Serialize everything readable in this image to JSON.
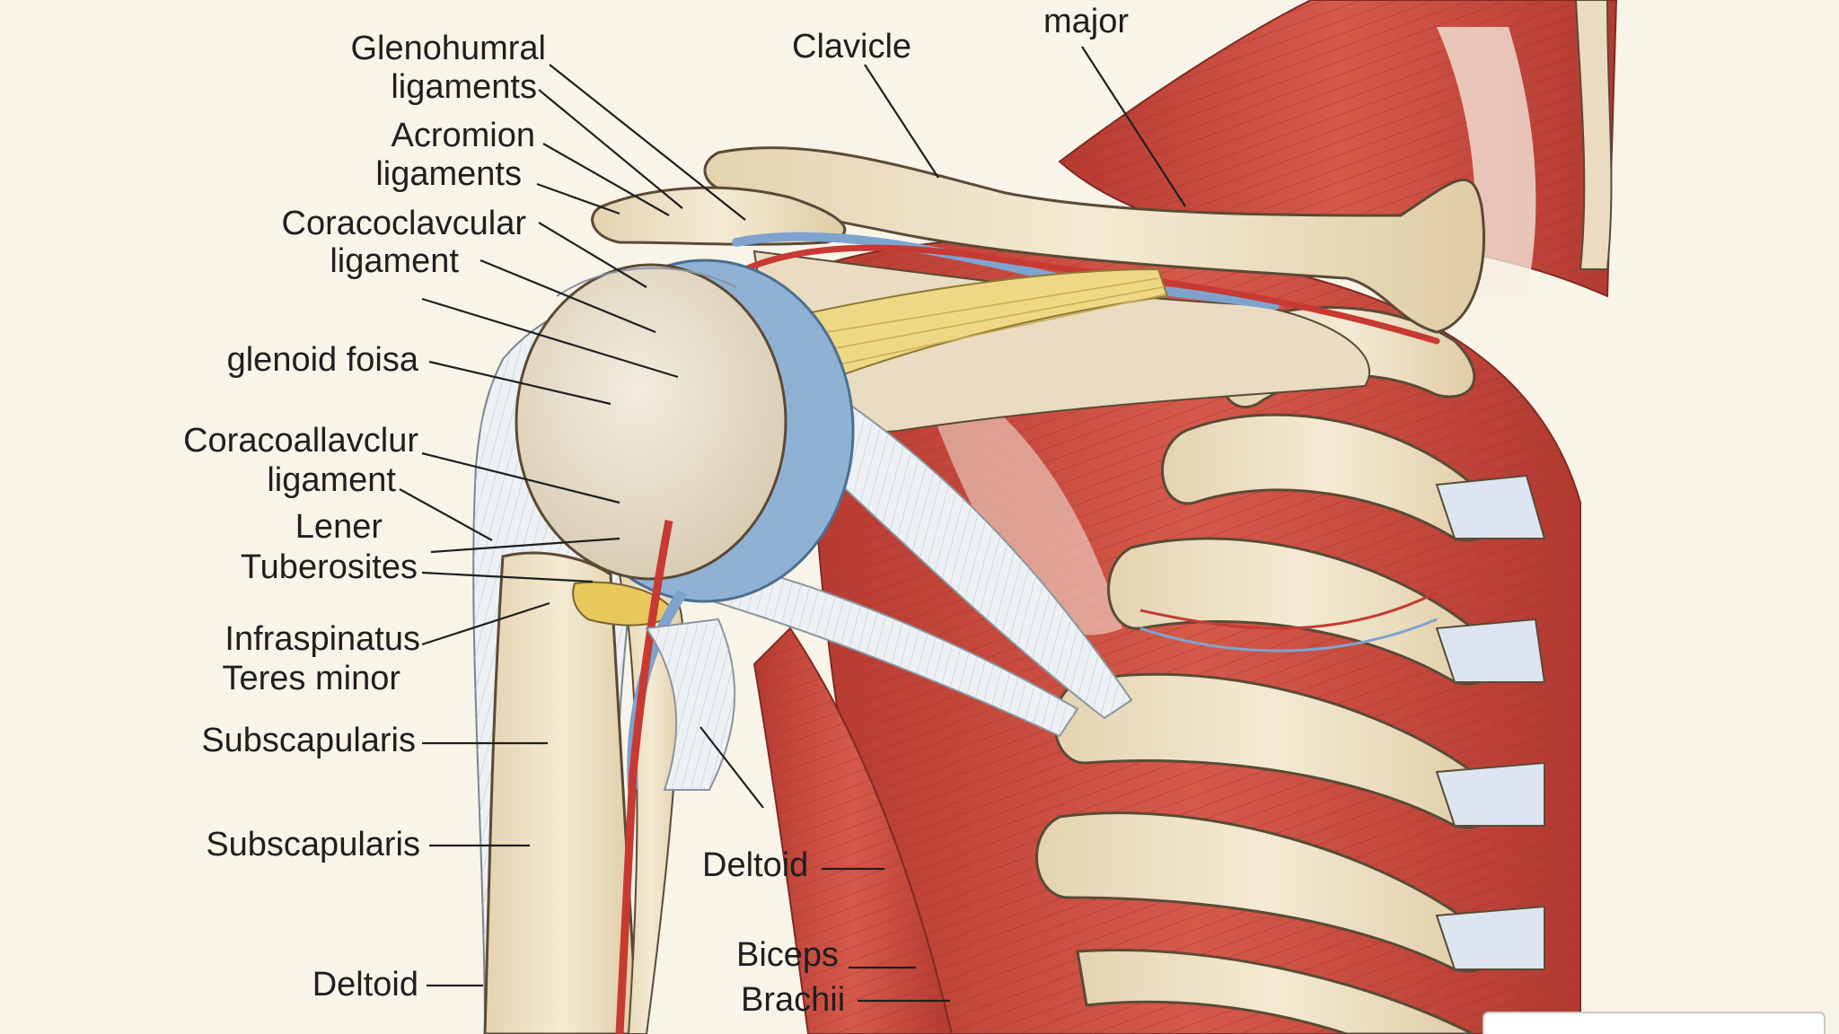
{
  "labels": {
    "glenohumeral_1": "Glenohumral",
    "glenohumeral_2": "ligaments",
    "acromion_1": "Acromion",
    "acromion_2": "ligaments",
    "coracoclav_1": "Coracoclavcular",
    "coracoclav_2": "ligament",
    "glenoid": "glenoid foisa",
    "coracoall_1": "Coracoallavclur",
    "coracoall_2": "ligament",
    "lesser_1": "Lener",
    "lesser_2": "Tuberosites",
    "infra_1": "Infraspinatus",
    "infra_2": "Teres minor",
    "subscap_1": "Subscapularis",
    "subscap_2": "Subscapularis",
    "deltoid_left": "Deltoid",
    "clavicle": "Clavicle",
    "major": "major",
    "deltoid_center": "Deltoid",
    "biceps_1": "Biceps",
    "biceps_2": "Brachii"
  },
  "colors": {
    "background": "#f8f4e8",
    "bone": "#ede1c4",
    "bone_outline": "#5b4a36",
    "muscle": "#c9473c",
    "muscle_dark": "#a8342c",
    "ligament": "#eef1f3",
    "cartilage": "#8fb2d4",
    "artery": "#c73a33",
    "vein": "#7ea3cf",
    "tendon": "#efd883",
    "leader_line": "#1f1f1f"
  }
}
